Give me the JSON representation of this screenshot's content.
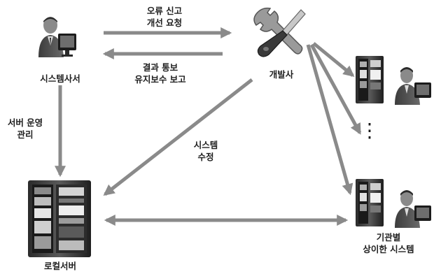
{
  "nodes": {
    "sysadmin": {
      "label": "시스템사서"
    },
    "developer": {
      "label": "개발사"
    },
    "local_server": {
      "label": "로컬서버"
    },
    "institution": {
      "line1": "기관별",
      "line2": "상이한 시스템"
    }
  },
  "edges": {
    "report": {
      "line1": "오류 신고",
      "line2": "개선 요청"
    },
    "notify": {
      "line1": "결과 통보",
      "line2": "유지보수 보고"
    },
    "operate": {
      "line1": "서버 운영",
      "line2": "관리"
    },
    "modify": {
      "line1": "시스템",
      "line2": "수정"
    }
  },
  "ellipsis": "⋮",
  "colors": {
    "arrow": "#8a8a8a",
    "text": "#1f1f1f"
  }
}
